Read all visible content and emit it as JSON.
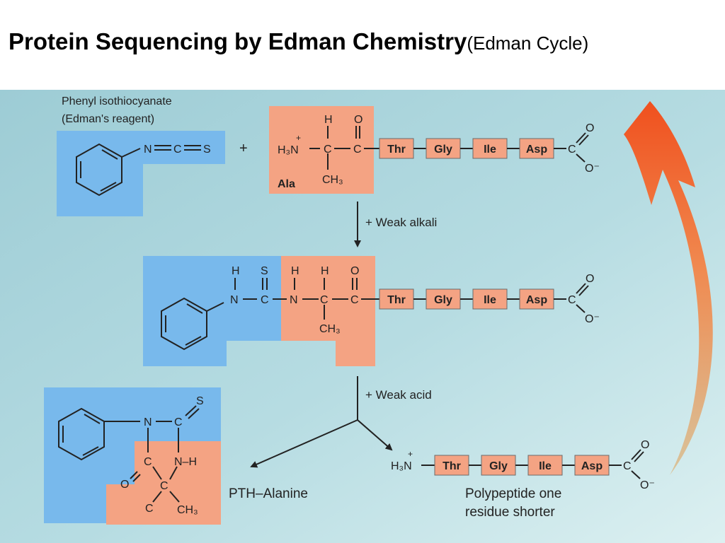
{
  "title": {
    "main": "Protein Sequencing by Edman Chemistry",
    "sub": "(Edman Cycle)"
  },
  "colors": {
    "panel": "#a9d3da",
    "reagent_blue": "#78b9ec",
    "residue_orange": "#f4a383",
    "cycle_arrow": "#f0501e"
  },
  "reagent": {
    "name": "Phenyl isothiocyanate",
    "alias": "(Edman's reagent)"
  },
  "reagent_group": {
    "n": "N",
    "c": "C",
    "s": "S"
  },
  "plus": "+",
  "peptide": {
    "first_residue": "Ala",
    "residues": [
      "Thr",
      "Gly",
      "Ile",
      "Asp"
    ],
    "amine": "H₃N",
    "charge_plus": "+",
    "carboxyl": {
      "c": "C",
      "o_double": "O",
      "o_minus": "O⁻"
    }
  },
  "atoms": {
    "h": "H",
    "c": "C",
    "o": "O",
    "n": "N",
    "s": "S",
    "ch3": "CH₃",
    "nh": "N–H"
  },
  "steps": {
    "alkali": "+ Weak alkali",
    "acid": "+ Weak acid"
  },
  "products": {
    "pth": "PTH–Alanine",
    "shorter_line1": "Polypeptide one",
    "shorter_line2": "residue shorter"
  }
}
